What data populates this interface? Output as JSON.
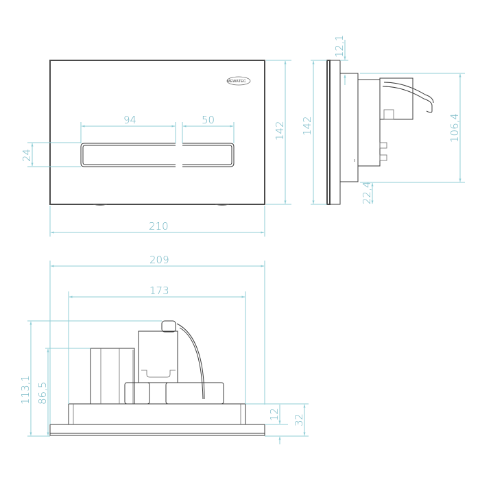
{
  "drawing": {
    "brand_logo": "MEWATEC",
    "front_view": {
      "width_label": "210",
      "height_label": "142",
      "left_button_label": "94",
      "right_button_label": "50",
      "button_height_label": "24"
    },
    "side_view": {
      "height_label": "142",
      "top_offset_label": "12,1",
      "box_height_label": "106,4",
      "bottom_offset_label": "22,4"
    },
    "top_view": {
      "outer_width_label": "209",
      "inner_width_label": "173",
      "total_height_label": "113,1",
      "box_height_label": "86,5",
      "frame_depth_label": "12",
      "total_depth_label": "32"
    },
    "colors": {
      "dimension": "#8fcdd6",
      "dimension_text": "#6fb5c3",
      "outline": "#3a3a3a",
      "background": "#ffffff"
    }
  }
}
